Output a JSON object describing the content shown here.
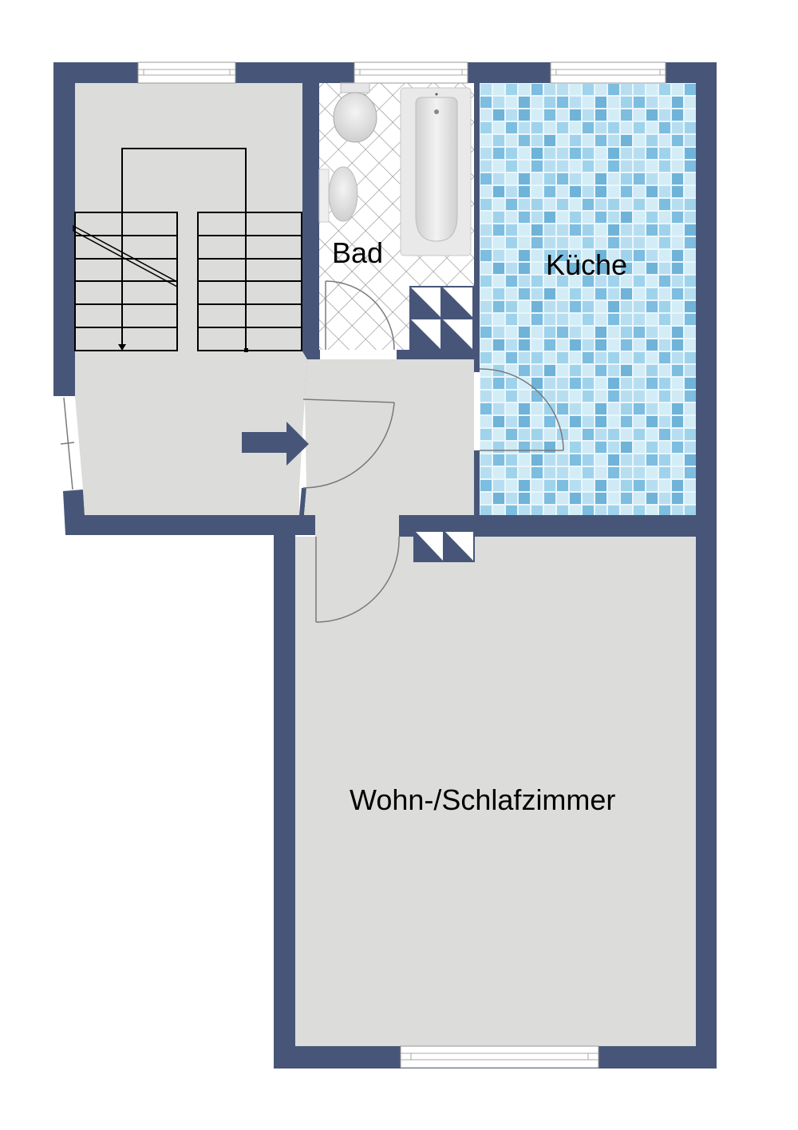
{
  "plan": {
    "type": "floor-plan",
    "colors": {
      "wall": "#475678",
      "floor": "#dcdcdb",
      "bath_tile_bg": "#ffffff",
      "bath_tile_line": "#8c8c8c",
      "kitchen_tile_light": "#cfe9f5",
      "kitchen_tile_mid": "#9fd3ec",
      "kitchen_tile_dark": "#6fb3d8",
      "door_line": "#7a7a7a",
      "stair_line": "#000000",
      "window_fill": "#ffffff",
      "window_line": "#999999"
    },
    "rooms": [
      {
        "id": "bad",
        "label": "Bad"
      },
      {
        "id": "kueche",
        "label": "Küche"
      },
      {
        "id": "wohn",
        "label": "Wohn-/Schlafzimmer"
      },
      {
        "id": "treppenhaus",
        "label": ""
      },
      {
        "id": "flur",
        "label": ""
      }
    ],
    "fixtures": [
      "toilet",
      "washbasin",
      "bathtub",
      "staircase",
      "ventilation-shaft-bath",
      "ventilation-shaft-living"
    ],
    "entrance_arrow": "arrow-right",
    "windows": 4,
    "doors": 4
  }
}
